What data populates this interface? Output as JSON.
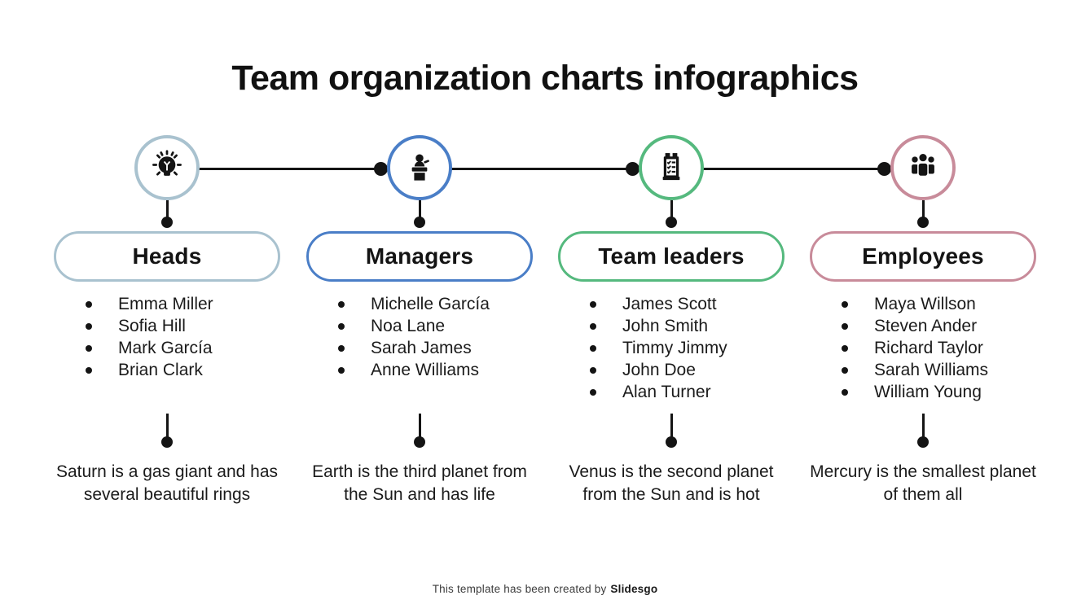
{
  "title": "Team organization charts infographics",
  "line_color": "#141414",
  "columns": [
    {
      "label": "Heads",
      "color": "#a9c2cf",
      "icon": "lightbulb-icon",
      "members": [
        "Emma Miller",
        "Sofia Hill",
        "Mark García",
        "Brian Clark"
      ],
      "description": "Saturn is a gas giant and has several beautiful rings"
    },
    {
      "label": "Managers",
      "color": "#4a7ec7",
      "icon": "speaker-podium-icon",
      "members": [
        "Michelle García",
        "Noa Lane",
        "Sarah James",
        "Anne Williams"
      ],
      "description": "Earth is the third planet from the Sun and has life"
    },
    {
      "label": "Team leaders",
      "color": "#55b97e",
      "icon": "checklist-icon",
      "members": [
        "James Scott",
        "John Smith",
        "Timmy Jimmy",
        "John Doe",
        "Alan Turner"
      ],
      "description": "Venus is the second planet from the Sun and is hot"
    },
    {
      "label": "Employees",
      "color": "#c88b9a",
      "icon": "team-icon",
      "members": [
        "Maya Willson",
        "Steven Ander",
        "Richard Taylor",
        "Sarah Williams",
        "William Young"
      ],
      "description": "Mercury is the smallest planet of them all"
    }
  ],
  "footer": {
    "text": "This template has been created by",
    "brand": "Slidesgo"
  }
}
